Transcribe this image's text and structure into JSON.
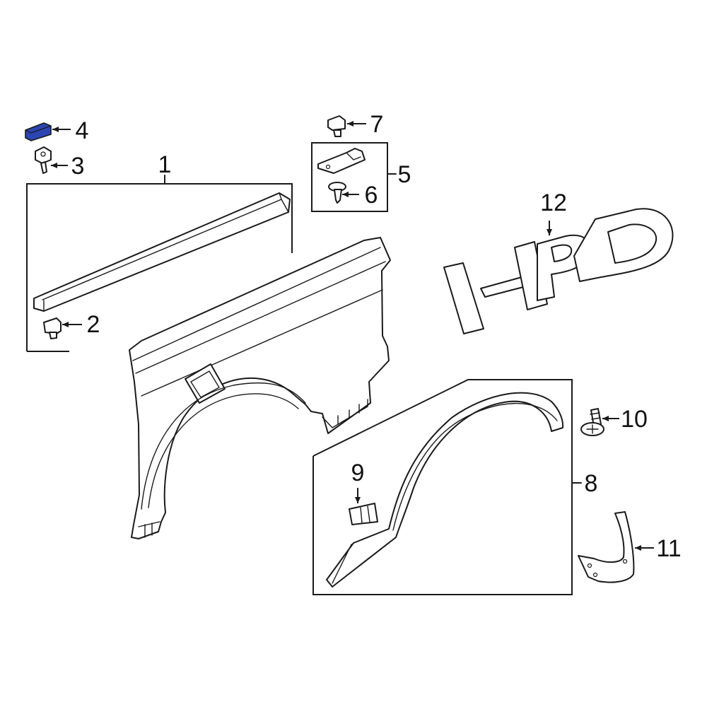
{
  "diagram": {
    "highlight_color": "#2b46b3",
    "highlighted_part": "4",
    "callouts": [
      {
        "id": "c1",
        "label": "1"
      },
      {
        "id": "c2",
        "label": "2"
      },
      {
        "id": "c3",
        "label": "3"
      },
      {
        "id": "c4",
        "label": "4"
      },
      {
        "id": "c5",
        "label": "5"
      },
      {
        "id": "c6",
        "label": "6"
      },
      {
        "id": "c7",
        "label": "7"
      },
      {
        "id": "c8",
        "label": "8"
      },
      {
        "id": "c9",
        "label": "9"
      },
      {
        "id": "c10",
        "label": "10"
      },
      {
        "id": "c11",
        "label": "11"
      },
      {
        "id": "c12",
        "label": "12"
      }
    ]
  }
}
